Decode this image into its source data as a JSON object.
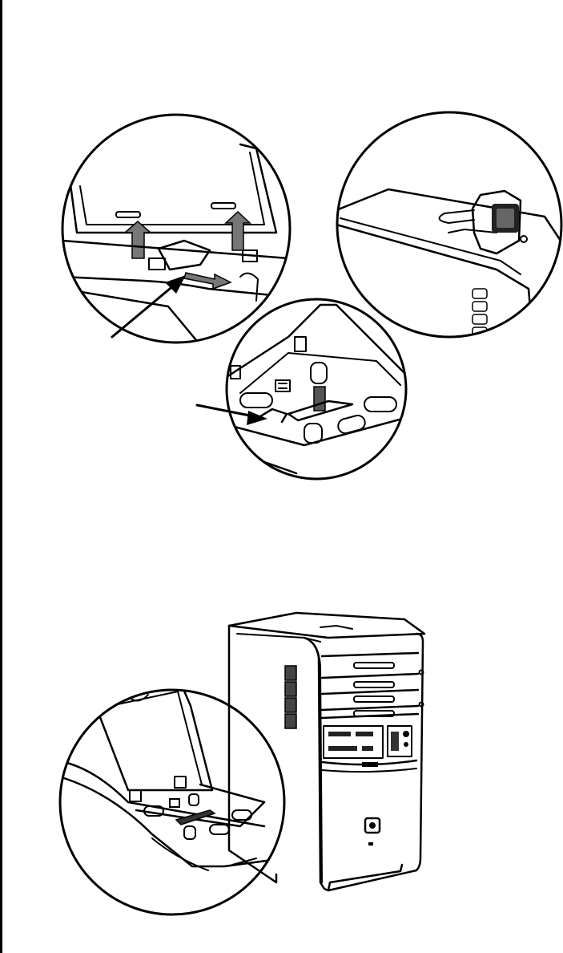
{
  "page": {
    "background": "#ffffff",
    "line_color": "#000000"
  },
  "figures": {
    "top": {
      "callouts": [
        "hinge-release-detail",
        "camera-dock-detail",
        "dock-bay-detail"
      ]
    },
    "bottom": {
      "subject": "desktop-tower",
      "callout": "open-top-dock-detail"
    }
  }
}
